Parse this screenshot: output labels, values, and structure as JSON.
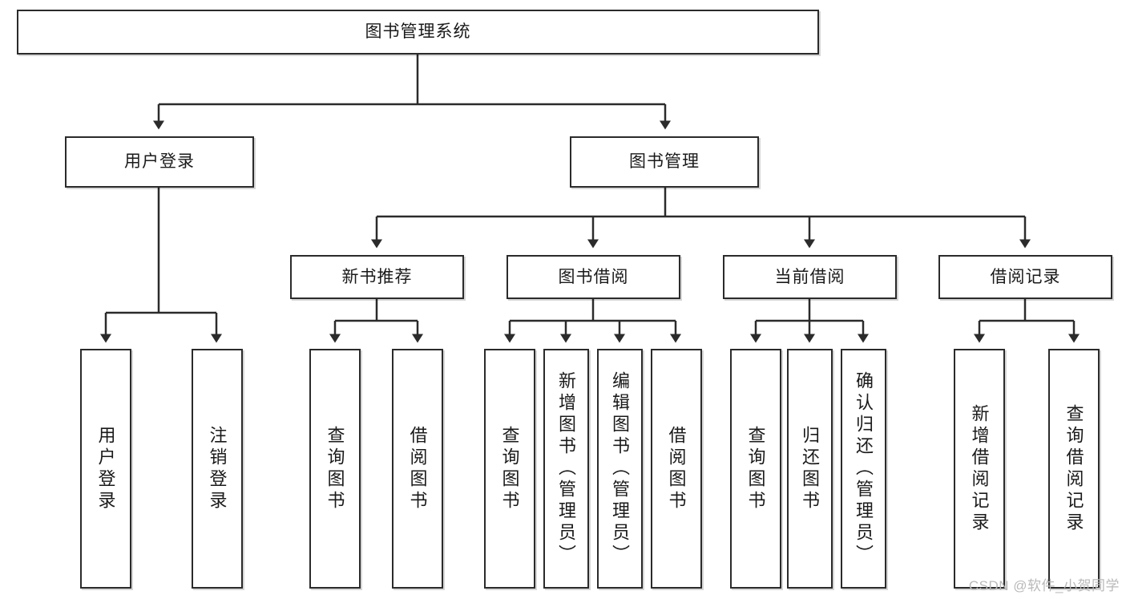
{
  "diagram": {
    "type": "tree",
    "title": "图书管理系统",
    "stroke_color": "#2b2b2b",
    "background_color": "#ffffff",
    "text_color": "#1a1a1a",
    "root": {
      "id": "root",
      "label": "图书管理系统",
      "orientation": "horizontal"
    },
    "level2": [
      {
        "id": "user-login",
        "label": "用户登录",
        "orientation": "horizontal"
      },
      {
        "id": "book-manage",
        "label": "图书管理",
        "orientation": "horizontal"
      }
    ],
    "level3": [
      {
        "id": "new-book-rec",
        "label": "新书推荐",
        "orientation": "horizontal",
        "parent": "book-manage"
      },
      {
        "id": "book-borrow",
        "label": "图书借阅",
        "orientation": "horizontal",
        "parent": "book-manage"
      },
      {
        "id": "current-borrow",
        "label": "当前借阅",
        "orientation": "horizontal",
        "parent": "book-manage"
      },
      {
        "id": "borrow-record",
        "label": "借阅记录",
        "orientation": "horizontal",
        "parent": "book-manage"
      }
    ],
    "leaves": [
      {
        "id": "leaf-user-login",
        "label": "用户登录",
        "orientation": "vertical",
        "parent": "user-login"
      },
      {
        "id": "leaf-user-logout",
        "label": "注销登录",
        "orientation": "vertical",
        "parent": "user-login"
      },
      {
        "id": "leaf-rec-query",
        "label": "查询图书",
        "orientation": "vertical",
        "parent": "new-book-rec"
      },
      {
        "id": "leaf-rec-borrow",
        "label": "借阅图书",
        "orientation": "vertical",
        "parent": "new-book-rec"
      },
      {
        "id": "leaf-borrow-query",
        "label": "查询图书",
        "orientation": "vertical",
        "parent": "book-borrow"
      },
      {
        "id": "leaf-borrow-add",
        "label": "新增图书（管理员）",
        "orientation": "vertical",
        "parent": "book-borrow"
      },
      {
        "id": "leaf-borrow-edit",
        "label": "编辑图书（管理员）",
        "orientation": "vertical",
        "parent": "book-borrow"
      },
      {
        "id": "leaf-borrow-borrow",
        "label": "借阅图书",
        "orientation": "vertical",
        "parent": "book-borrow"
      },
      {
        "id": "leaf-current-query",
        "label": "查询图书",
        "orientation": "vertical",
        "parent": "current-borrow"
      },
      {
        "id": "leaf-current-return",
        "label": "归还图书",
        "orientation": "vertical",
        "parent": "current-borrow"
      },
      {
        "id": "leaf-current-confirm",
        "label": "确认归还（管理员）",
        "orientation": "vertical",
        "parent": "current-borrow"
      },
      {
        "id": "leaf-record-add",
        "label": "新增借阅记录",
        "orientation": "vertical",
        "parent": "borrow-record"
      },
      {
        "id": "leaf-record-query",
        "label": "查询借阅记录",
        "orientation": "vertical",
        "parent": "borrow-record"
      }
    ]
  },
  "watermark": {
    "text": "CSDN @软件_小贺同学"
  }
}
